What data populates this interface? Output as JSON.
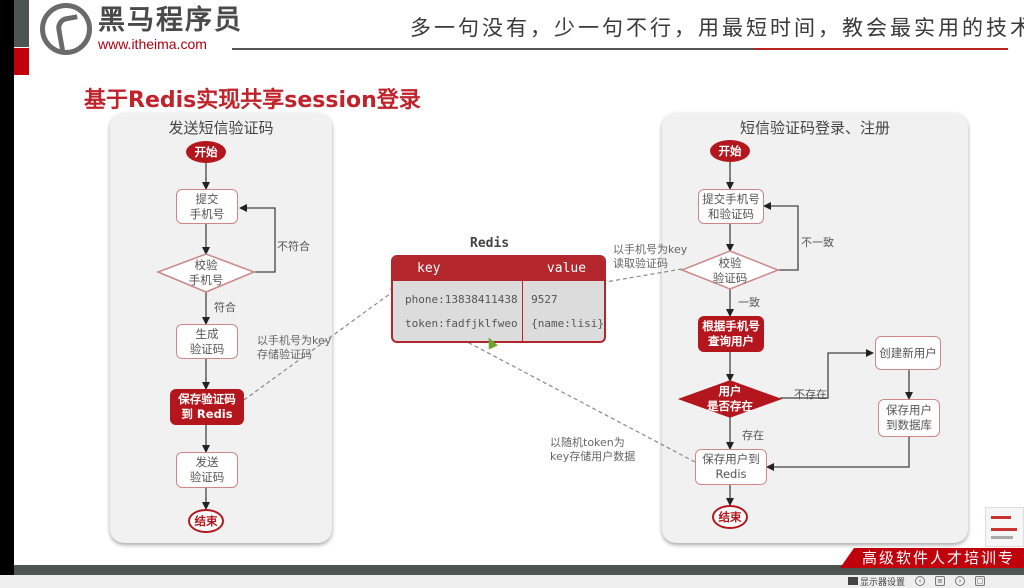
{
  "header": {
    "logo_cn": "黑马程序员",
    "logo_url": "www.itheima.com",
    "slogan": "多一句没有，少一句不行，用最短时间，教会最实用的技术！"
  },
  "page_title": "基于Redis实现共享session登录",
  "left_flow": {
    "title": "发送短信验证码",
    "nodes": {
      "start": "开始",
      "submit_phone": "提交\n手机号",
      "validate_phone": "校验\n手机号",
      "generate_code": "生成\n验证码",
      "save_code": "保存验证码\n到 Redis",
      "send_code": "发送\n验证码",
      "end": "结束"
    },
    "labels": {
      "mismatch": "不符合",
      "match": "符合"
    }
  },
  "right_flow": {
    "title": "短信验证码登录、注册",
    "nodes": {
      "start": "开始",
      "submit": "提交手机号\n和验证码",
      "verify_code": "校验\n验证码",
      "query_user": "根据手机号\n查询用户",
      "user_exists": "用户\n是否存在",
      "create_user": "创建新用户",
      "save_db": "保存用户\n到数据库",
      "save_redis": "保存用户到\nRedis",
      "end": "结束"
    },
    "labels": {
      "inconsistent": "不一致",
      "consistent": "一致",
      "not_exist": "不存在",
      "exist": "存在"
    }
  },
  "redis": {
    "title": "Redis",
    "headers": {
      "key": "key",
      "value": "value"
    },
    "rows": [
      {
        "key": "phone:13838411438",
        "value": "9527"
      },
      {
        "key": "token:fadfjklfweo",
        "value": "{name:lisi}"
      }
    ]
  },
  "annotations": {
    "store_code": "以手机号为key\n存储验证码",
    "read_code": "以手机号为key\n读取验证码",
    "store_user": "以随机token为\nkey存储用户数据"
  },
  "footer": {
    "banner": "高级软件人才培训专",
    "display_settings": "显示器设置"
  }
}
